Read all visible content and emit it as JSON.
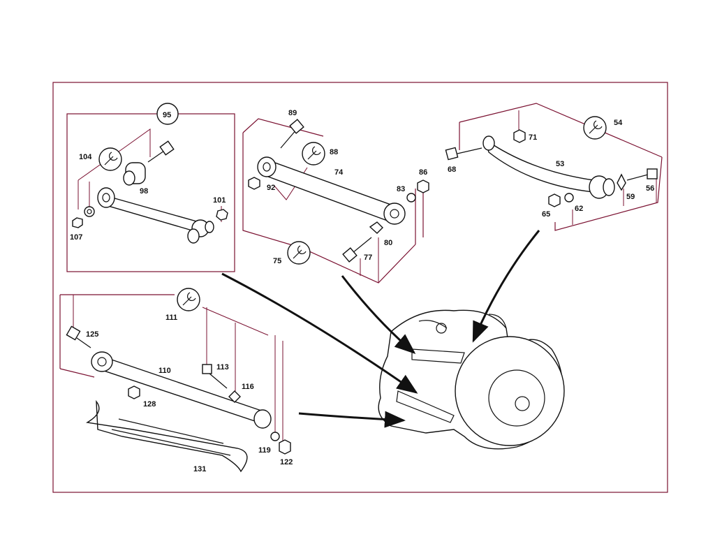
{
  "diagram": {
    "labels": [
      "95",
      "104",
      "98",
      "101",
      "107",
      "89",
      "88",
      "74",
      "92",
      "86",
      "83",
      "80",
      "77",
      "75",
      "54",
      "71",
      "68",
      "53",
      "56",
      "59",
      "62",
      "65",
      "111",
      "125",
      "113",
      "110",
      "116",
      "128",
      "119",
      "122",
      "131"
    ]
  }
}
